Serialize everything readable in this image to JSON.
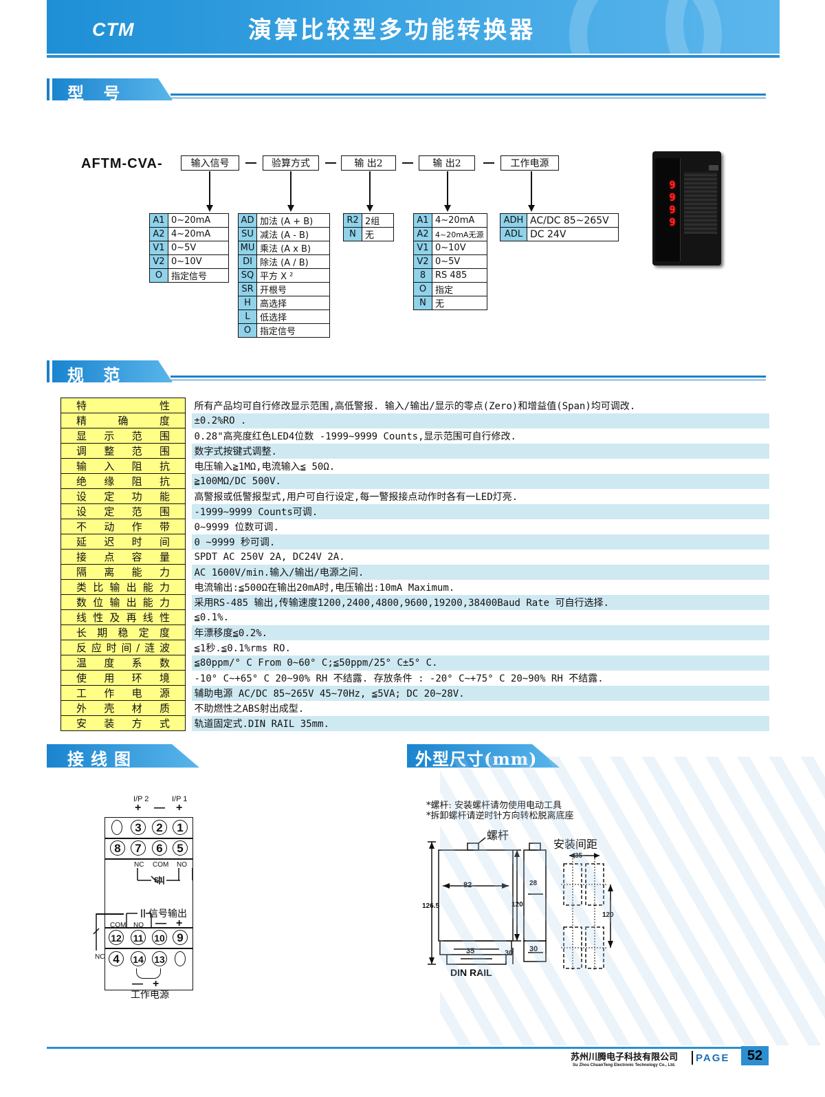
{
  "header": {
    "logo": "CTM",
    "title": "演算比较型多功能转换器"
  },
  "sections": {
    "model": "型 号",
    "spec": "规 范",
    "wiring": "接线图",
    "dimensions": "外型尺寸(mm)"
  },
  "model_code": {
    "prefix": "AFTM-CVA-",
    "fields": [
      "输入信号",
      "验算方式",
      "输 出2",
      "输 出2",
      "工作电源"
    ],
    "input_signal": [
      [
        "A1",
        "0~20mA"
      ],
      [
        "A2",
        "4~20mA"
      ],
      [
        "V1",
        "0~5V"
      ],
      [
        "V2",
        "0~10V"
      ],
      [
        "O",
        "指定信号"
      ]
    ],
    "calc_method": [
      [
        "AD",
        "加法 (A + B)"
      ],
      [
        "SU",
        "减法 (A - B)"
      ],
      [
        "MU",
        "乘法 (A x B)"
      ],
      [
        "DI",
        "除法 (A / B)"
      ],
      [
        "SQ",
        "平方 X ²"
      ],
      [
        "SR",
        "开根号"
      ],
      [
        "H",
        "高选择"
      ],
      [
        "L",
        "低选择"
      ],
      [
        "O",
        "指定信号"
      ]
    ],
    "output2_a": [
      [
        "R2",
        "2组"
      ],
      [
        "N",
        "无"
      ]
    ],
    "output2_b": [
      [
        "A1",
        "4~20mA"
      ],
      [
        "A2",
        "4~20mA无源"
      ],
      [
        "V1",
        "0~10V"
      ],
      [
        "V2",
        "0~5V"
      ],
      [
        "8",
        "RS 485"
      ],
      [
        "O",
        "指定"
      ],
      [
        "N",
        "无"
      ]
    ],
    "power": [
      [
        "ADH",
        "AC/DC 85~265V"
      ],
      [
        "ADL",
        "DC 24V"
      ]
    ],
    "display_digits": "9999"
  },
  "specs": [
    [
      "特性",
      "所有产品均可自行修改显示范围,高低警报. 输入/输出/显示的零点(Zero)和增益值(Span)均可调改."
    ],
    [
      "精确度",
      "±0.2%RO ."
    ],
    [
      "显示范围",
      "0.28\"高亮度红色LED4位数 -1999~9999  Counts,显示范围可自行修改."
    ],
    [
      "调整范围",
      "数字式按键式调整."
    ],
    [
      "输入阻抗",
      "电压输入≧1MΩ,电流输入≦ 50Ω."
    ],
    [
      "绝缘阻抗",
      "≧100MΩ/DC 500V."
    ],
    [
      "设定功能",
      "高警报或低警报型式,用户可自行设定,每一警报接点动作时各有一LED灯亮."
    ],
    [
      "设定范围",
      "-1999~9999  Counts可调."
    ],
    [
      "不动作带",
      "0~9999 位数可调."
    ],
    [
      "延迟时间",
      "0 ~9999 秒可调."
    ],
    [
      "接点容量",
      "SPDT AC 250V 2A, DC24V 2A."
    ],
    [
      "隔离能力",
      "AC 1600V/min.输入/输出/电源之间."
    ],
    [
      "类比输出能力",
      "电流输出:≦500Ω在输出20mA时,电压输出:10mA Maximum."
    ],
    [
      "数位输出能力",
      "采用RS-485 输出,传输速度1200,2400,4800,9600,19200,38400Baud Rate 可自行选择."
    ],
    [
      "线性及再线性",
      "≦0.1%."
    ],
    [
      "长期稳定度",
      "年漂移度≦0.2%."
    ],
    [
      "反应时间/涟波",
      "≦1秒.≦0.1%rms RO."
    ],
    [
      "温度系数",
      "≦80ppm/° C From 0~60° C;≦50ppm/25° C±5° C."
    ],
    [
      "使用环境",
      "-10° C~+65° C  20~90% RH 不结露. 存放条件 : -20° C~+75° C  20~90% RH 不结露."
    ],
    [
      "工作电源",
      "辅助电源 AC/DC 85~265V 45~70Hz, ≦5VA; DC 20~28V."
    ],
    [
      "外壳材质",
      "不助燃性之ABS射出成型."
    ],
    [
      "安装方式",
      "轨道固定式.DIN RAIL 35mm."
    ]
  ],
  "wiring": {
    "ip2": "I/P 2",
    "ip1": "I/P 1",
    "row1": [
      "3",
      "2",
      "1"
    ],
    "row2": [
      "8",
      "7",
      "6",
      "5"
    ],
    "relay": {
      "nc": "NC",
      "com": "COM",
      "no": "NO",
      "name": "S1"
    },
    "signal_out": "信号输出",
    "row3": [
      "12",
      "11",
      "10",
      "9"
    ],
    "row4": [
      "4",
      "14",
      "13"
    ],
    "power_label": "工作电源",
    "plus": "+",
    "minus": "—"
  },
  "dimensions": {
    "note1": "*螺杆: 安装螺杆请勿使用电动工具",
    "note2": "*拆卸螺杆请逆时针方向转松脱离底座",
    "screw": "螺杆",
    "spacing": "安装间距",
    "width": "82",
    "height_total": "126.5",
    "height": "120",
    "depth": "28",
    "base": "30",
    "rail": "35",
    "spacing_w": "35",
    "spacing_h": "120",
    "din": "DIN RAIL"
  },
  "footer": {
    "company": "苏州川腾电子科技有限公司",
    "company_en": "Su Zhou ChuanTeng Electronic Technology Co., Ltd.",
    "page_label": "PAGE",
    "page": "52"
  }
}
